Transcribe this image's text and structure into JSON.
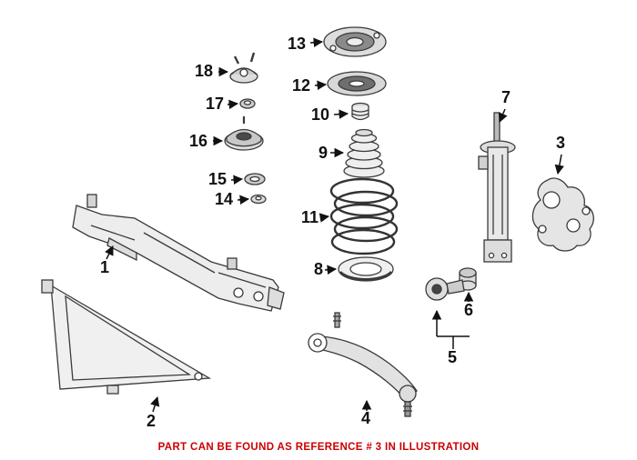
{
  "caption": {
    "text": "PART CAN BE FOUND AS REFERENCE # 3 IN ILLUSTRATION",
    "color": "#cc0000"
  },
  "labels": [
    {
      "num": "1"
    },
    {
      "num": "2"
    },
    {
      "num": "3"
    },
    {
      "num": "4"
    },
    {
      "num": "5"
    },
    {
      "num": "6"
    },
    {
      "num": "7"
    },
    {
      "num": "8"
    },
    {
      "num": "9"
    },
    {
      "num": "10"
    },
    {
      "num": "11"
    },
    {
      "num": "12"
    },
    {
      "num": "13"
    },
    {
      "num": "14"
    },
    {
      "num": "15"
    },
    {
      "num": "16"
    },
    {
      "num": "17"
    },
    {
      "num": "18"
    }
  ]
}
